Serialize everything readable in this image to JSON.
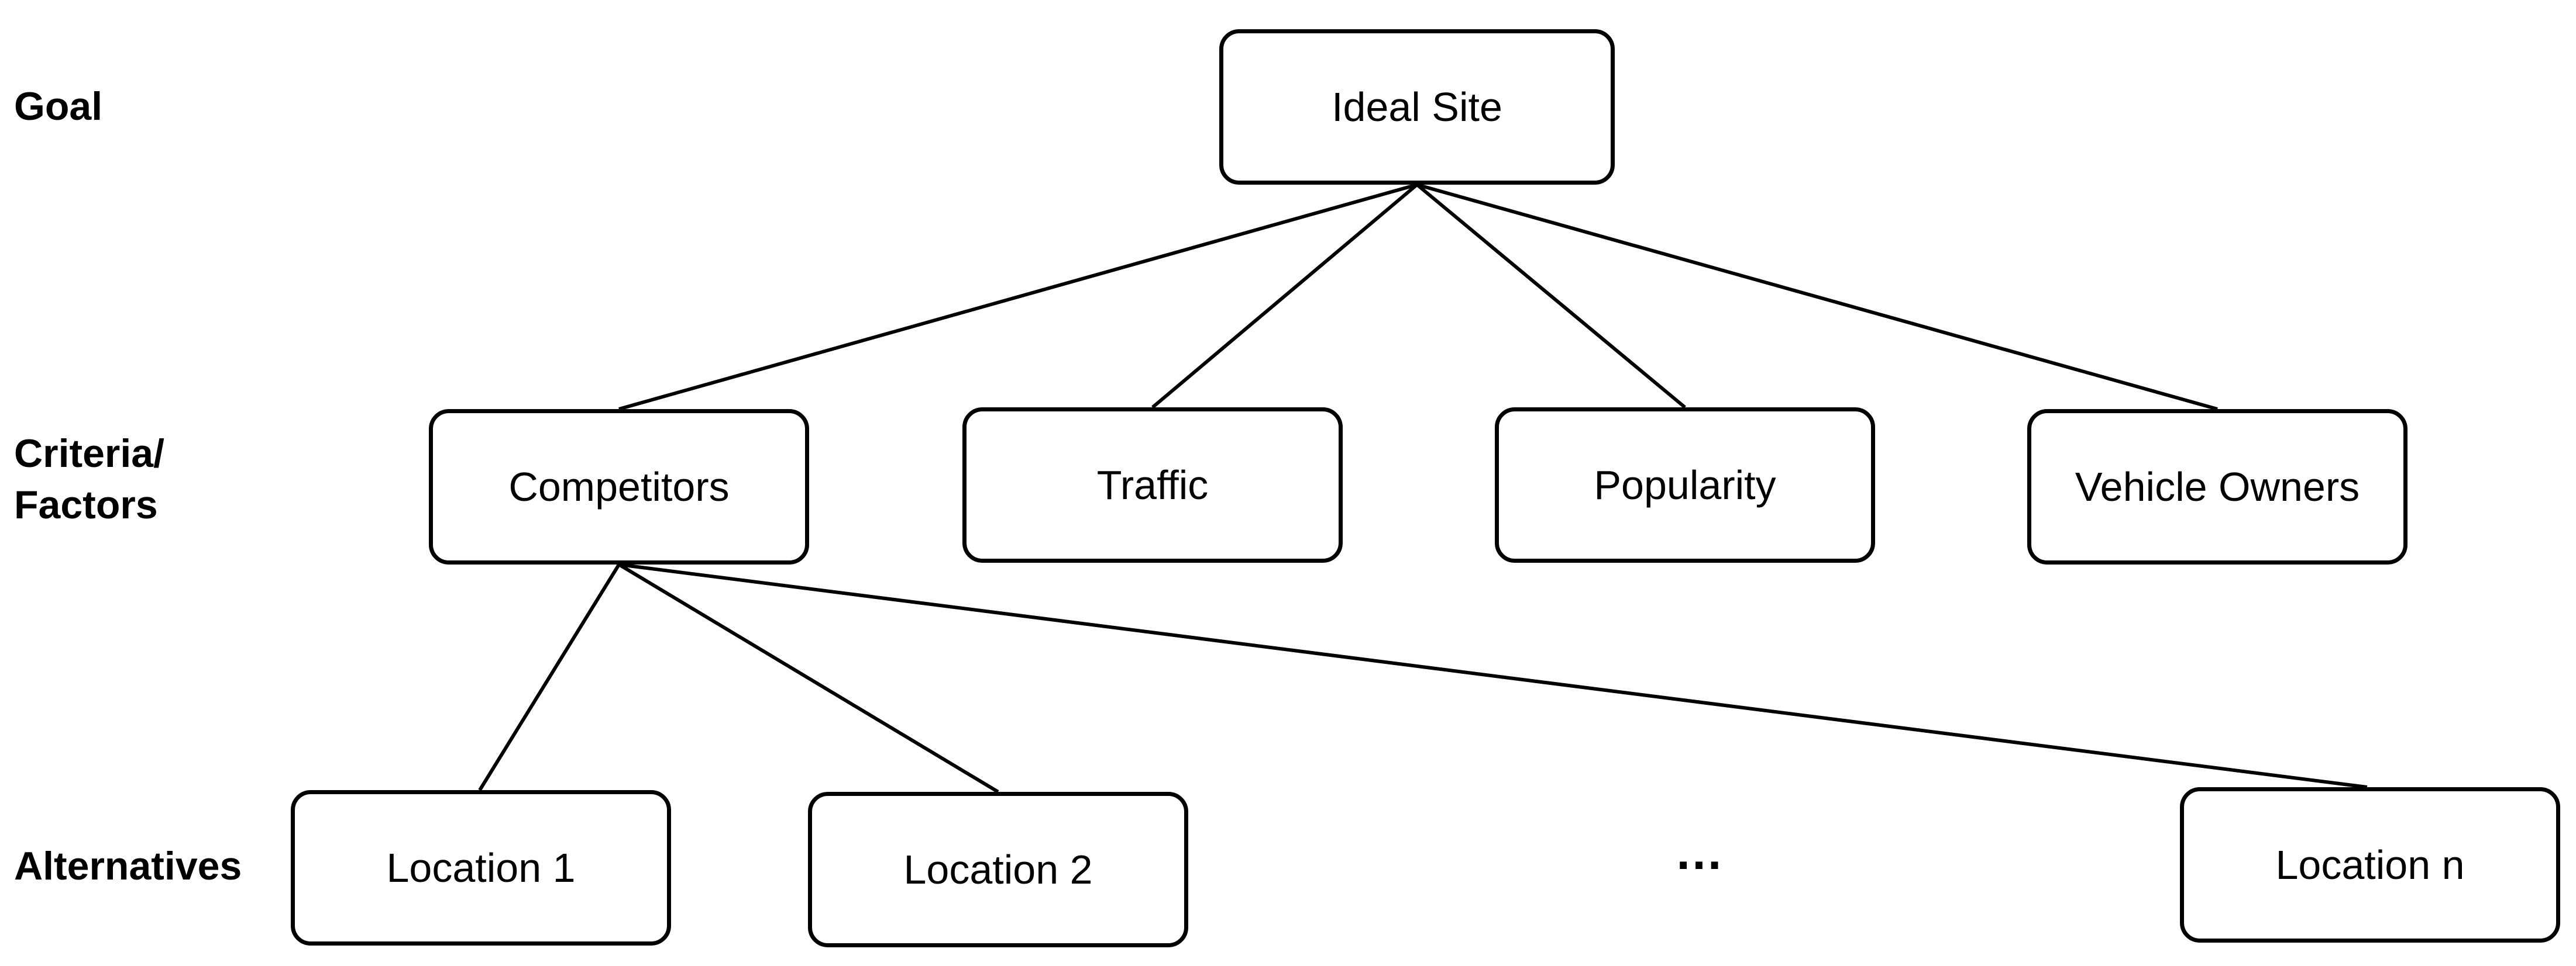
{
  "levels": {
    "goal": "Goal",
    "criteria": "Criteria/\nFactors",
    "alternatives": "Alternatives"
  },
  "goal": {
    "label": "Ideal Site"
  },
  "criteria": [
    {
      "label": "Competitors"
    },
    {
      "label": "Traffic"
    },
    {
      "label": "Popularity"
    },
    {
      "label": "Vehicle Owners"
    }
  ],
  "alternatives": [
    {
      "label": "Location 1"
    },
    {
      "label": "Location 2"
    },
    {
      "label": "Location n"
    }
  ],
  "alternatives_ellipsis": "…",
  "edges": [
    {
      "from": "goal",
      "to": "criteria-0"
    },
    {
      "from": "goal",
      "to": "criteria-1"
    },
    {
      "from": "goal",
      "to": "criteria-2"
    },
    {
      "from": "goal",
      "to": "criteria-3"
    },
    {
      "from": "criteria-0",
      "to": "alt-0"
    },
    {
      "from": "criteria-0",
      "to": "alt-1"
    },
    {
      "from": "criteria-0",
      "to": "alt-2"
    }
  ],
  "colors": {
    "stroke": "#000000",
    "background": "#ffffff"
  }
}
